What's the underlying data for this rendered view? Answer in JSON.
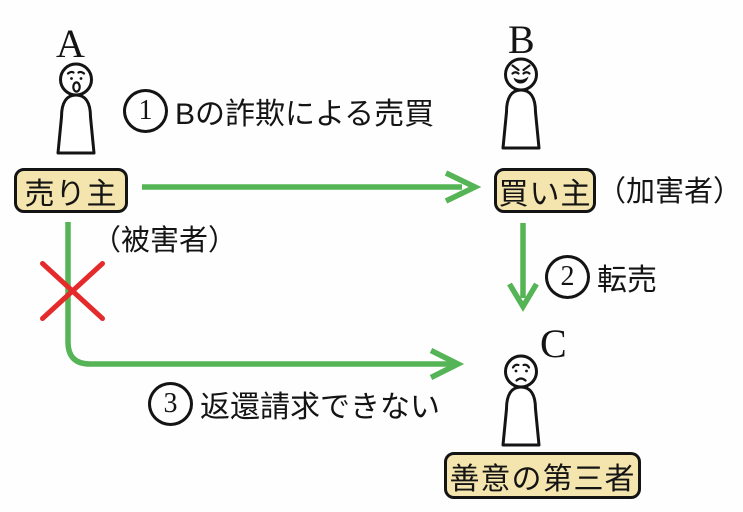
{
  "diagram": {
    "colors": {
      "arrow_green": "#55b455",
      "cross_red": "#e42a2a",
      "box_fill": "#f4e4ad",
      "ink": "#141414"
    },
    "actors": {
      "a": {
        "letter": "A",
        "box_label": "売り主",
        "role_label": "（被害者）",
        "mood": "worried"
      },
      "b": {
        "letter": "B",
        "box_label": "買い主",
        "role_label": "（加害者）",
        "mood": "scheming"
      },
      "c": {
        "letter": "C",
        "box_label": "善意の第三者",
        "mood": "sad"
      }
    },
    "steps": {
      "s1": {
        "number": "1",
        "label": "Bの詐欺による売買"
      },
      "s2": {
        "number": "2",
        "label": "転売"
      },
      "s3": {
        "number": "3",
        "label": "返還請求できない"
      }
    }
  }
}
